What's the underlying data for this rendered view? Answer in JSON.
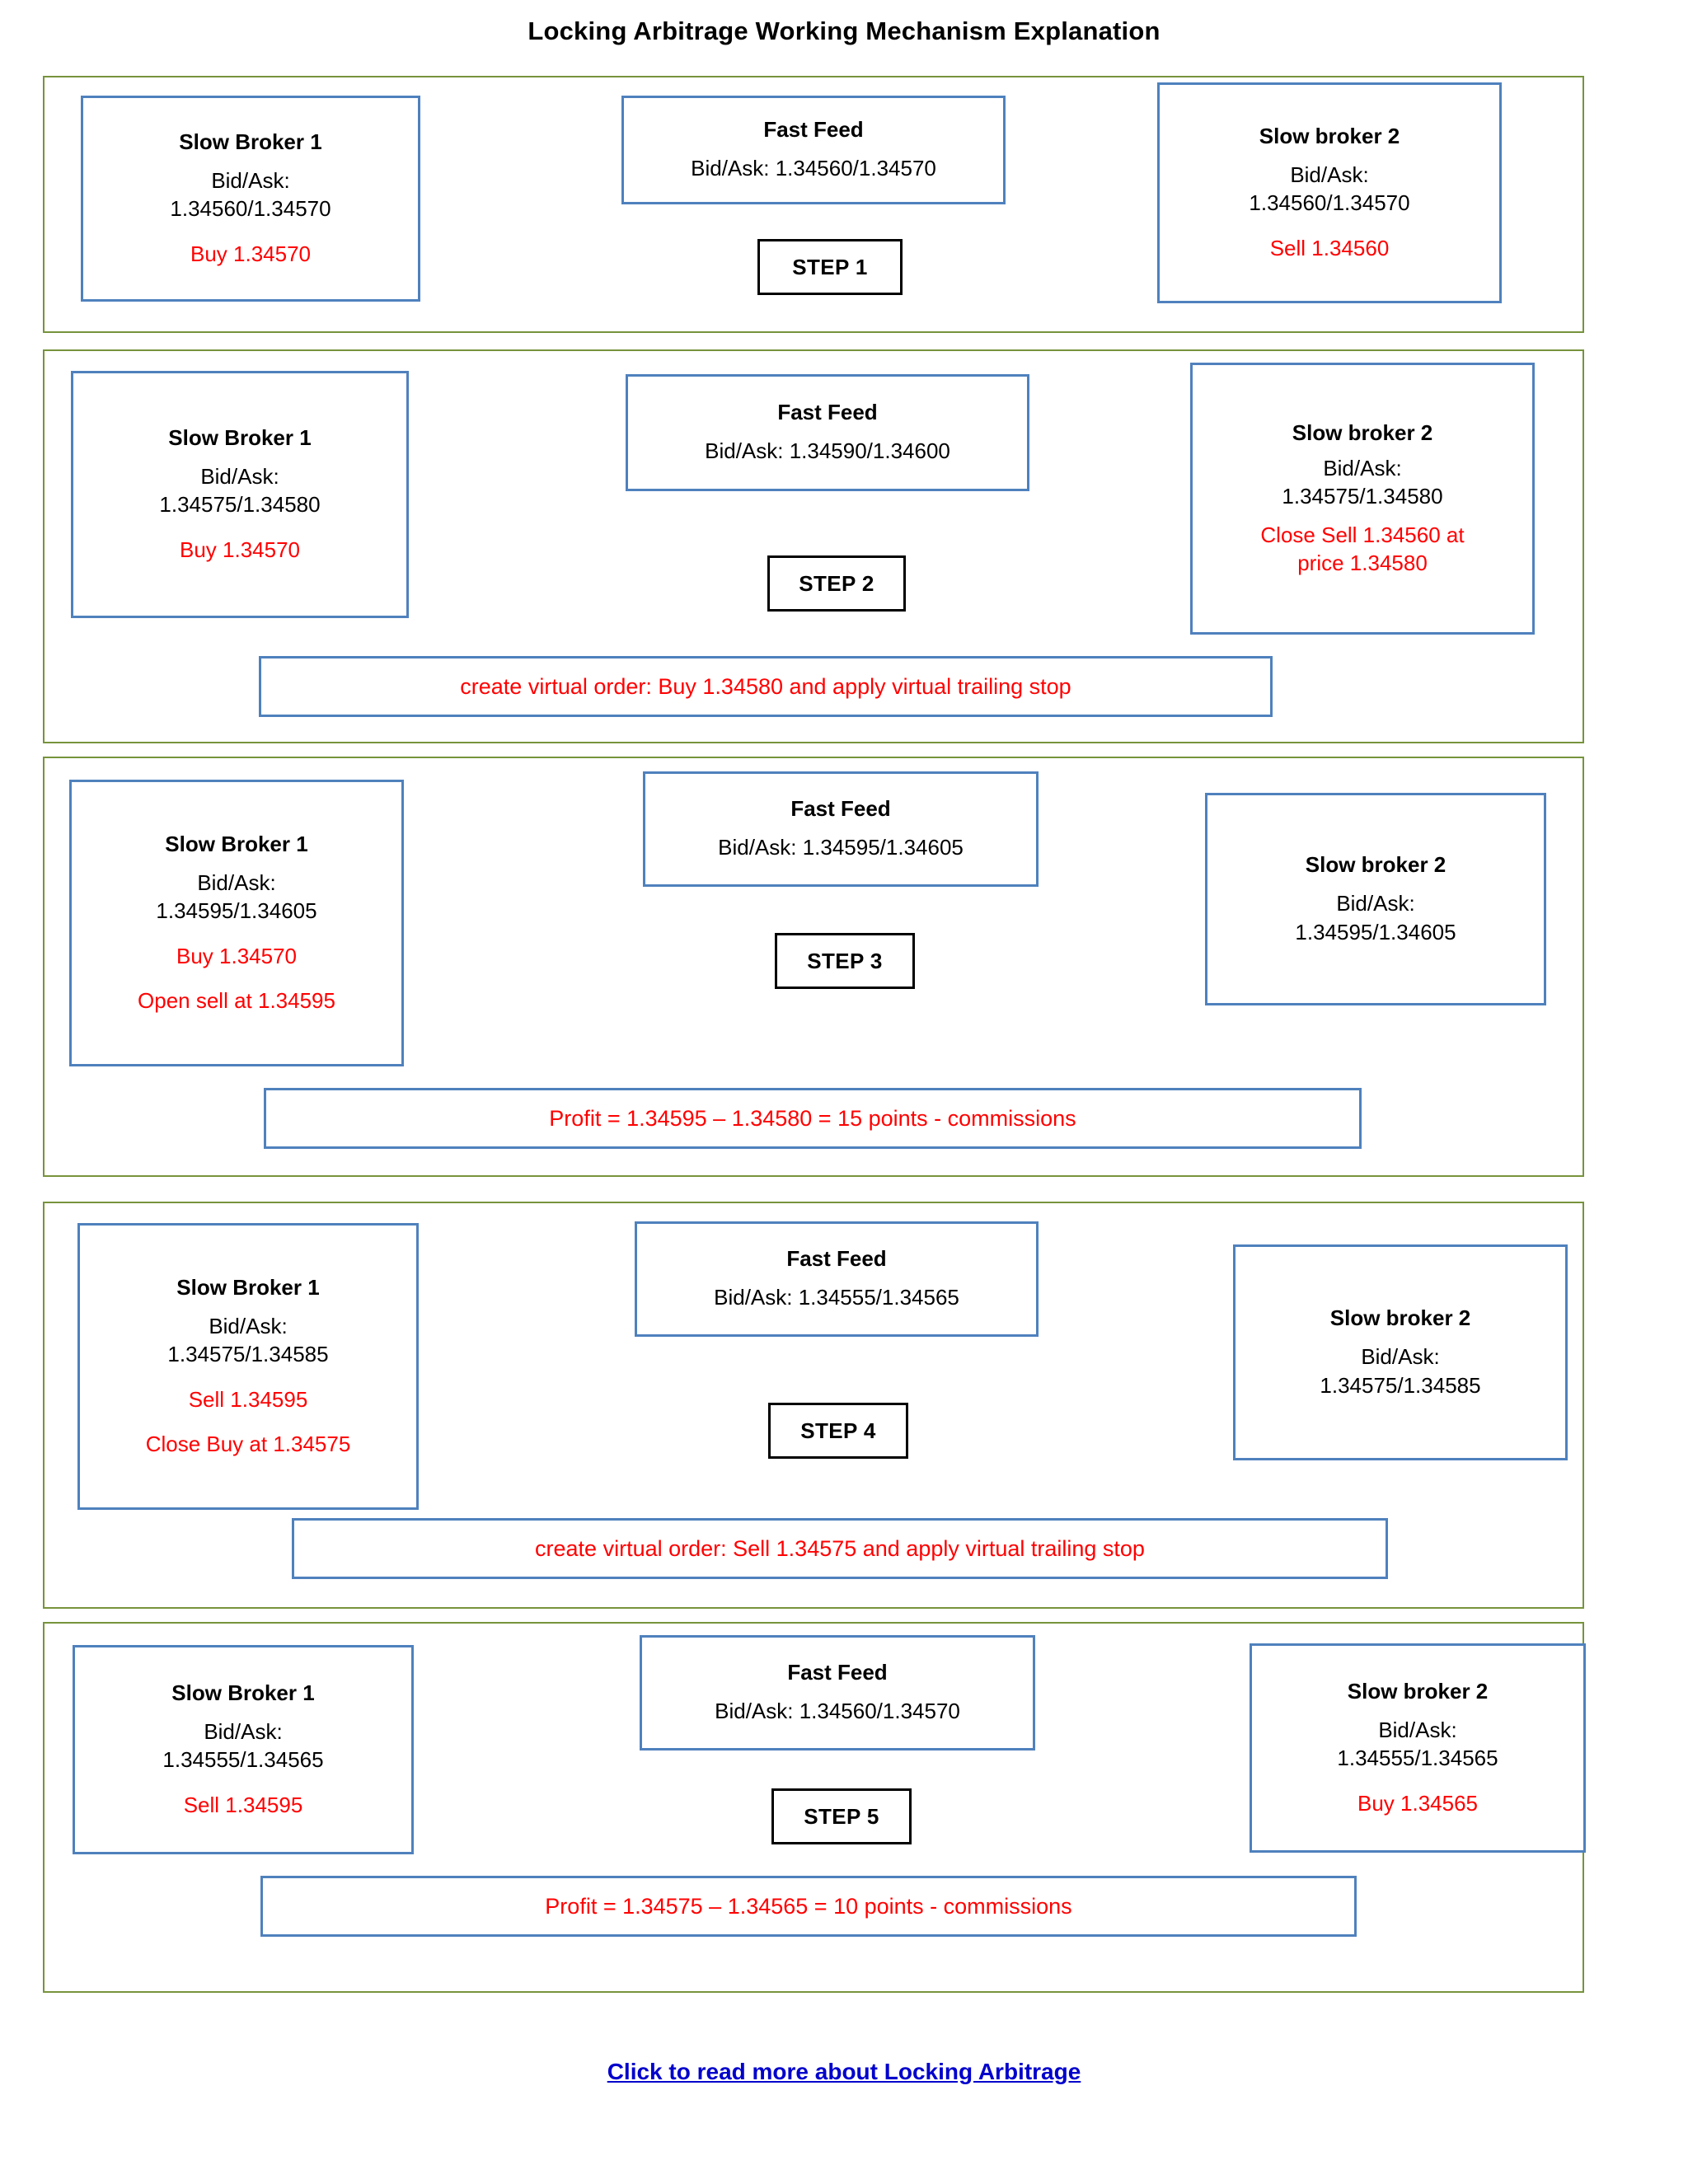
{
  "title": "Locking Arbitrage Working Mechanism Explanation",
  "labels": {
    "bid_ask_prefix": "Bid/Ask:",
    "broker1": "Slow Broker 1",
    "broker2": "Slow broker 2",
    "fast_feed": "Fast Feed"
  },
  "colors": {
    "outer_frame_green": "#77933C",
    "box_border_blue": "#4F81BD",
    "action_red": "#FF0000",
    "link_blue": "#0000CC",
    "text_black": "#000000"
  },
  "steps": [
    {
      "step_label": "STEP 1",
      "broker1": {
        "title": "Slow Broker 1",
        "quote_label": "Bid/Ask:",
        "quote": "1.34560/1.34570",
        "actions": [
          "Buy 1.34570"
        ]
      },
      "feed": {
        "title": "Fast Feed",
        "quote_line": "Bid/Ask: 1.34560/1.34570"
      },
      "broker2": {
        "title": "Slow broker 2",
        "quote_label": "Bid/Ask:",
        "quote": "1.34560/1.34570",
        "actions": [
          "Sell 1.34560"
        ]
      },
      "note": null
    },
    {
      "step_label": "STEP 2",
      "broker1": {
        "title": "Slow Broker 1",
        "quote_label": "Bid/Ask:",
        "quote": "1.34575/1.34580",
        "actions": [
          "Buy 1.34570"
        ]
      },
      "feed": {
        "title": "Fast Feed",
        "quote_line": "Bid/Ask: 1.34590/1.34600"
      },
      "broker2": {
        "title": "Slow broker 2",
        "quote_label": "Bid/Ask:",
        "quote": "1.34575/1.34580",
        "actions": [
          "Close Sell 1.34560 at",
          "price 1.34580"
        ]
      },
      "note": "create virtual order: Buy 1.34580 and apply virtual trailing stop"
    },
    {
      "step_label": "STEP 3",
      "broker1": {
        "title": "Slow Broker 1",
        "quote_label": "Bid/Ask:",
        "quote": "1.34595/1.34605",
        "actions": [
          "Buy 1.34570",
          "Open sell at 1.34595"
        ]
      },
      "feed": {
        "title": "Fast Feed",
        "quote_line": "Bid/Ask: 1.34595/1.34605"
      },
      "broker2": {
        "title": "Slow broker 2",
        "quote_label": "Bid/Ask:",
        "quote": "1.34595/1.34605",
        "actions": []
      },
      "note": "Profit = 1.34595 – 1.34580 = 15 points - commissions"
    },
    {
      "step_label": "STEP 4",
      "broker1": {
        "title": "Slow Broker 1",
        "quote_label": "Bid/Ask:",
        "quote": "1.34575/1.34585",
        "actions": [
          "Sell 1.34595",
          "Close Buy at 1.34575"
        ]
      },
      "feed": {
        "title": "Fast Feed",
        "quote_line": "Bid/Ask: 1.34555/1.34565"
      },
      "broker2": {
        "title": "Slow broker 2",
        "quote_label": "Bid/Ask:",
        "quote": "1.34575/1.34585",
        "actions": []
      },
      "note": "create virtual order: Sell 1.34575 and apply virtual trailing stop"
    },
    {
      "step_label": "STEP 5",
      "broker1": {
        "title": "Slow Broker 1",
        "quote_label": "Bid/Ask:",
        "quote": "1.34555/1.34565",
        "actions": [
          "Sell 1.34595"
        ]
      },
      "feed": {
        "title": "Fast Feed",
        "quote_line": "Bid/Ask: 1.34560/1.34570"
      },
      "broker2": {
        "title": "Slow broker 2",
        "quote_label": "Bid/Ask:",
        "quote": "1.34555/1.34565",
        "actions": [
          "Buy 1.34565"
        ]
      },
      "note": "Profit = 1.34575 – 1.34565 = 10 points - commissions"
    }
  ],
  "footer": {
    "link_text": "Click to read more about Locking Arbitrage"
  }
}
